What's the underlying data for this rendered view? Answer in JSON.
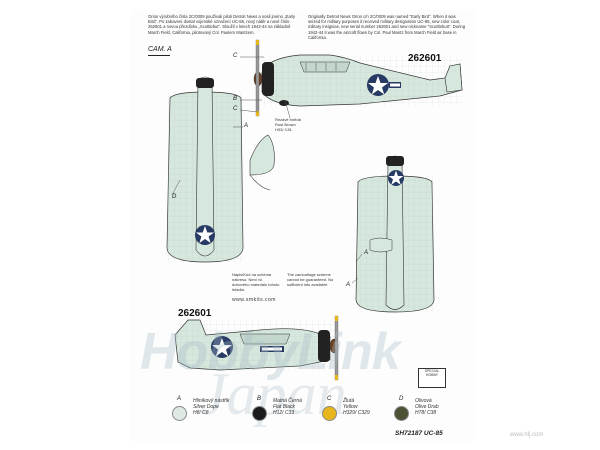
{
  "text": {
    "cz": "Orion výrobního čísla 2C/0009 používali piloti Detroit News a nosil jméno „Early Bird“. Po zabavení dostal vojenské označení UC-85, nový nátěr a nové číslo 262601 a novou přezdívku „Scuttlebut“. Sloužil v letech 1942-44 na základně March Field, California, pilotovaný Col. Paulem Mantzem.",
    "en": "Originally Detroit News Orion c/n 2C/0009 was named \"Early Bird\". When it was seized for military purposes it received military designation UC-85, new color coat, military insignias, new serial number 262601 and new nickname \"Scuttlebutt\". During 1942-44 it was the aircraft flown by Col. Paul Mantz from March Field air base in California.",
    "camouflage": "CAM. A",
    "spinner_note_cz": "Rezavě hnědá",
    "spinner_note_en": "Rust Brown",
    "spinner_note_code": "H33/ C81",
    "left_note": "Nápis/Kód na schéma nákresu. Není vč. dobového materiálu tohoto letadla.",
    "right_note": "The camouflage scheme cannot be guaranteed. No sufficient info available.",
    "url": "www.smkits.com",
    "serial": "262601",
    "product_code": "SH72187 UC-85",
    "watermark_1": "HobbyLink",
    "watermark_2": "Japan",
    "watermark_url": "www.hlj.com",
    "logo": "SPECIAL HOBBY"
  },
  "callouts": {
    "a": "A",
    "b": "B",
    "c": "C",
    "d": "D"
  },
  "colors": [
    {
      "letter": "A",
      "cz": "Hliníkový nástřik",
      "en": "Silver Dope",
      "code": "H8/ C8",
      "hex": "#dfe9e3"
    },
    {
      "letter": "B",
      "cz": "Matná Černá",
      "en": "Flat Black",
      "code": "H12/ C33",
      "hex": "#1b1b1b"
    },
    {
      "letter": "C",
      "cz": "Žlutá",
      "en": "Yellow",
      "code": "H329/ C329",
      "hex": "#e7b51c"
    },
    {
      "letter": "D",
      "cz": "Olivová",
      "en": "Olive Drab",
      "code": "H78/ C38",
      "hex": "#4c5235"
    }
  ],
  "palette": {
    "aircraft": "#d6e7dd",
    "panel": "#9fb5aa",
    "insignia_blue": "#273a63"
  }
}
